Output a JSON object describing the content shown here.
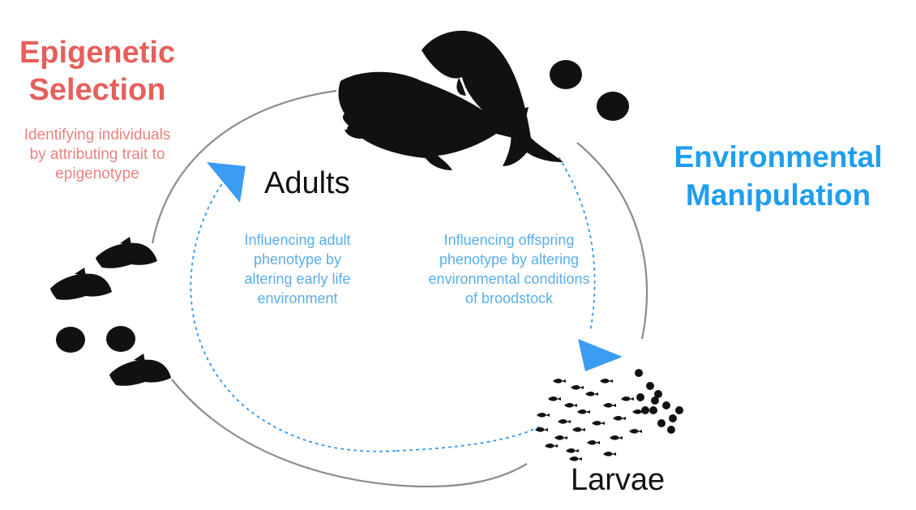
{
  "colors": {
    "selection": "#e5605c",
    "manipulation": "#1f9ef0",
    "note_text": "#5aaee8",
    "arrow": "#3a9cf2",
    "cycle": "#8a8a8a",
    "silhouette": "#111111"
  },
  "epigenetic_selection": {
    "title_lines": [
      "Epigenetic",
      "Selection"
    ],
    "description_lines": [
      "Identifying individuals",
      "by attributing trait to",
      "epigenotype"
    ]
  },
  "environmental_manipulation": {
    "title_lines": [
      "Environmental",
      "Manipulation"
    ]
  },
  "stages": {
    "adults": "Adults",
    "larvae": "Larvae"
  },
  "inner_notes": {
    "adult": [
      "Influencing adult",
      "phenotype by",
      "altering early life",
      "environment"
    ],
    "offspring": [
      "Influencing offspring",
      "phenotype by altering",
      "environmental conditions",
      "of broodstock"
    ]
  },
  "icons": [
    "fish-pair-icon",
    "oyster-icon",
    "small-fish-icon",
    "larvae-cluster-icon",
    "cycle-arrow-icon"
  ]
}
